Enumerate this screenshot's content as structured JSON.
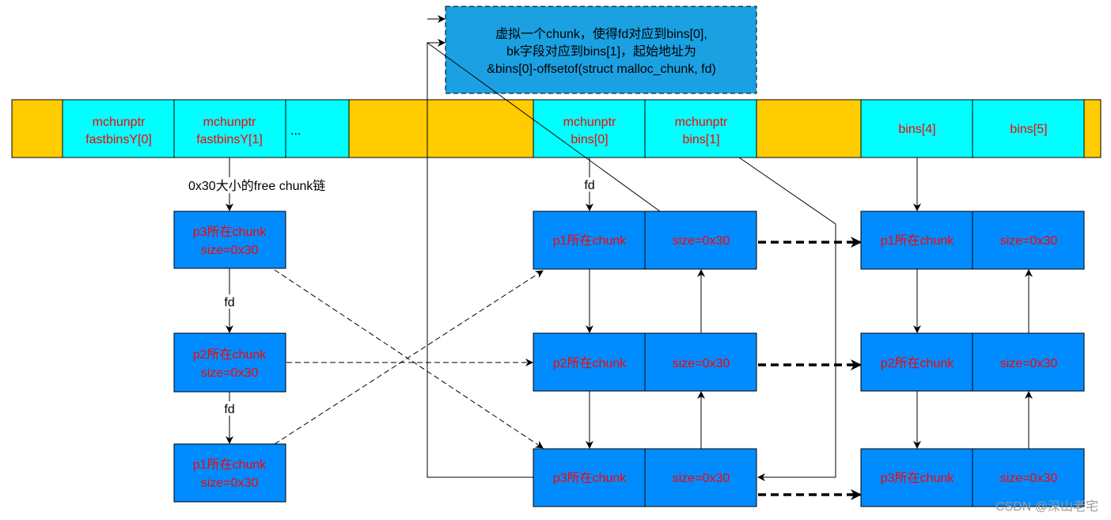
{
  "colors": {
    "gold": "#ffcc00",
    "cyan": "#00ffff",
    "blue": "#008cff",
    "note": "#1ba1e2",
    "red_text": "#ff0000",
    "line": "#000000"
  },
  "note": {
    "line1": "虚拟一个chunk，使得fd对应到bins[0],",
    "line2": "bk字段对应到bins[1]，起始地址为",
    "line3": "&bins[0]-offsetof(struct malloc_chunk, fd)"
  },
  "strip": {
    "fastbins0": [
      "mchunptr",
      "fastbinsY[0]"
    ],
    "fastbins1": [
      "mchunptr",
      "fastbinsY[1]"
    ],
    "ellipsis": "...",
    "bins0": [
      "mchunptr",
      "bins[0]"
    ],
    "bins1": [
      "mchunptr",
      "bins[1]"
    ],
    "bins4": "bins[4]",
    "bins5": "bins[5]"
  },
  "labels": {
    "chain": "0x30大小的free chunk链",
    "fd": "fd"
  },
  "left_chunks": {
    "p3": [
      "p3所在chunk",
      "size=0x30"
    ],
    "p2": [
      "p2所在chunk",
      "size=0x30"
    ],
    "p1": [
      "p1所在chunk",
      "size=0x30"
    ]
  },
  "mid_chunks": {
    "p1": "p1所在chunk",
    "p2": "p2所在chunk",
    "p3": "p3所在chunk",
    "size": "size=0x30"
  },
  "right_chunks": {
    "p1": "p1所在chunk",
    "p2": "p2所在chunk",
    "p3": "p3所在chunk",
    "size": "size=0x30"
  },
  "watermark": "CSDN @深山老宅"
}
